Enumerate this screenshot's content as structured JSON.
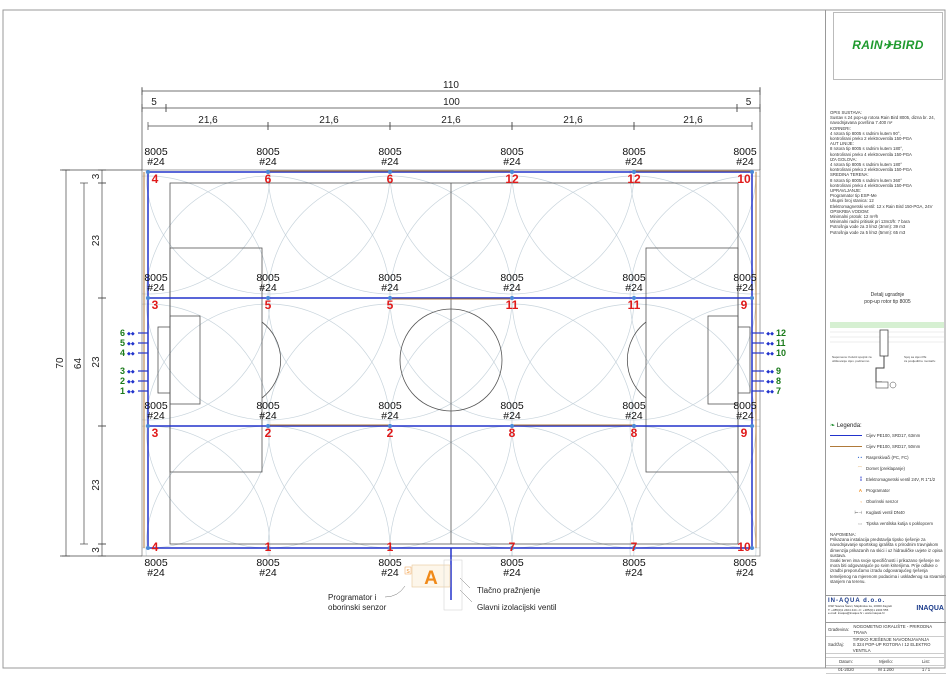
{
  "dimensions": {
    "overall_width": "110",
    "margin_left": "5",
    "field_width": "100",
    "margin_right": "5",
    "spacing": [
      "21,6",
      "21,6",
      "21,6",
      "21,6",
      "21,6"
    ],
    "overall_height": "70",
    "field_height": "64",
    "vertical_chain": [
      "3",
      "23",
      "23",
      "23",
      "3"
    ]
  },
  "sprinkler_rows": [
    {
      "model": "8005",
      "nozzle": "#24",
      "zones": [
        "4",
        "6",
        "6",
        "12",
        "12",
        "10"
      ]
    },
    {
      "model": "8005",
      "nozzle": "#24",
      "zones": [
        "3",
        "5",
        "5",
        "11",
        "11",
        "9"
      ]
    },
    {
      "model": "8005",
      "nozzle": "#24",
      "zones": [
        "3",
        "2",
        "2",
        "8",
        "8",
        "9"
      ]
    },
    {
      "model": "8005",
      "nozzle": "#24",
      "zones": [
        "4",
        "1",
        "1",
        "7",
        "7",
        "10"
      ]
    }
  ],
  "valves_left": [
    "6",
    "5",
    "4",
    "3",
    "2",
    "1"
  ],
  "valves_right": [
    "12",
    "11",
    "10",
    "9",
    "8",
    "7"
  ],
  "controller": {
    "symbol": "A",
    "sensor_symbol": "S"
  },
  "callouts": {
    "controller": [
      "Programator i",
      "oborinski senzor"
    ],
    "drain": "Tlačno pražnjenje",
    "main_valve": "Glavni izolacijski ventil"
  },
  "panel": {
    "logo": "RAIN✈BIRD",
    "description": [
      "OPIS SUSTAVA:",
      "",
      "Sustav s 24 pop-up rotora Rain Bird 8005, dizna br. 24,",
      "navodnjavana površina 7.400 m²",
      "",
      "KORNERI:",
      "4 rotora tip 8005 s radnim kutem 90°,",
      "kontrolirani preko 2 elektroventila 150-PGA",
      "AUT LINIJE:",
      "8 rotora tip 8005 s radnim kutem 180°,",
      "kontrolirani preko 4 elektroventila 150-PGA",
      "IZA GOLOVA:",
      "4 rotora tip 8005 s radnim kutem 180°",
      "kontrolirani preko 2 elektroventila 150-PGA",
      "SREDINA TERENA:",
      "8 rotora tip 8005 s radnim kutem 360°",
      "kontrolirani preko 4 elektroventila 150-PGA",
      "",
      "UPRAVLJANJE:",
      "Programator tip ESP-Me",
      "Ukupni broj stanica: 12",
      "Elektromagnetski ventil: 12 x Rain Bird 150-PGA, 24V",
      "",
      "OPSKRBA VODOM:",
      "Minimalni protok: 12 m³/h",
      "Minimalni radni pritisak pri 13m3/h: 7 bara",
      "Potrošnja vode za 3 l/m2 (3mm): 39 m3",
      "Potrošnja vode za 5 l/m2 (5mm): 65 m3"
    ],
    "detail_title": [
      "Detalj ugradnje",
      "pop-up rotor tip 8005"
    ],
    "detail_notes": [
      "Napomena: Kolutić spojnik za",
      "oblikovanje cijev. podzemno",
      "Spoj sa cijevi PE",
      "za posljedičnu montažu"
    ],
    "legend_title": "Legenda:",
    "legend": [
      "Cijev PE100, SRD17, 63mm",
      "Cijev PE100, SRD17, 50mm",
      "Rasprskivači (PC, FC)",
      "Domet (preklapanje)",
      "Elektromagnetski ventil 24V, R 1\"1/2",
      "Programator",
      "Oborinski senzor",
      "Kuglasti ventil DN40",
      "Tipska ventilska kutija s poklopcem"
    ],
    "note_title": "NAPOMENA:",
    "notes": [
      "Prikazana instalacija predstavlja tipsko rješenje za",
      "navodnjavanje sportskog igrališta s prirodnim travnjakom",
      "dimenzija prikazanih na skici i uz hidrauličke uvjete iz opisa",
      "sustava.",
      "",
      "Svaki teren ima svoje specifičnosti i prikazano rješenje ne",
      "mora biti odgovarajuće po svim kriterijima. Prije odluke o",
      "izradbi preporučamo izradu odgovarajućeg rješenja",
      "temeljenog na mjerenom podacima i usklađenog sa stvarnim",
      "stanjem na terenu."
    ],
    "company": "IN-AQUA d.o.o.",
    "company_details": [
      "OSP Savica Šanci, Majdinska 1a, 10000 Zagreb",
      "T: +385(0)1 2404 444 • F: +385(0)1 2404 555",
      "e-mail: inaqua@inaqua.hr • www.inaqua.hr"
    ],
    "company_logo": "INAQUA",
    "building_label": "Građevina:",
    "building": "NOGOMETNO IGRALIŠTE - PRIRODNA TRAVA",
    "content_label": "Sadržaj:",
    "content": [
      "TIPSKO RJEŠENJE NAVODNJAVANJA",
      "S 324 POP-UP ROTORA I 12 ELEKTRO VENTILA"
    ],
    "date_label": "Datum:",
    "date": "01-2020",
    "scale_label": "Mjerilo:",
    "scale": "M 1:200",
    "sheet_label": "List:",
    "sheet": "1 / 1"
  },
  "colors": {
    "main_pipe": "#2233cc",
    "lateral_pipe": "#b07a3a",
    "zone": "#e01a1a",
    "valve": "#1a7a1a",
    "coverage": "#c8d4dc",
    "controller": "#f08a1a"
  }
}
